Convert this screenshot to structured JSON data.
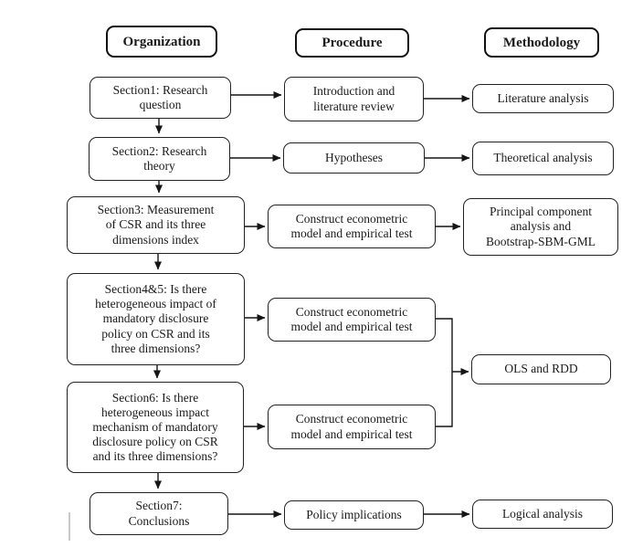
{
  "colors": {
    "background": "#ffffff",
    "box_border": "#222222",
    "header_border": "#111111",
    "text": "#1a1a1a",
    "arrow": "#151515"
  },
  "headers": {
    "organization": "Organization",
    "procedure": "Procedure",
    "methodology": "Methodology"
  },
  "organization": {
    "section1": "Section1: Research\nquestion",
    "section2": "Section2: Research\ntheory",
    "section3": "Section3: Measurement\nof CSR and its three\ndimensions index",
    "section4_5": "Section4&5: Is there\nheterogeneous impact of\nmandatory disclosure\npolicy on CSR and its\nthree dimensions?",
    "section6": "Section6: Is there\nheterogeneous impact\nmechanism of mandatory\ndisclosure policy on CSR\nand its three dimensions?",
    "section7": "Section7:\nConclusions"
  },
  "procedure": {
    "step1": "Introduction and\nliterature review",
    "step2": "Hypotheses",
    "step3": "Construct econometric\nmodel and empirical test",
    "step4": "Construct econometric\nmodel and empirical test",
    "step5": "Construct econometric\nmodel and empirical test",
    "step6": "Policy implications"
  },
  "methodology": {
    "method1": "Literature analysis",
    "method2": "Theoretical analysis",
    "method3": "Principal component\nanalysis and\nBootstrap-SBM-GML",
    "method4": "OLS and RDD",
    "method5": "Logical analysis"
  }
}
